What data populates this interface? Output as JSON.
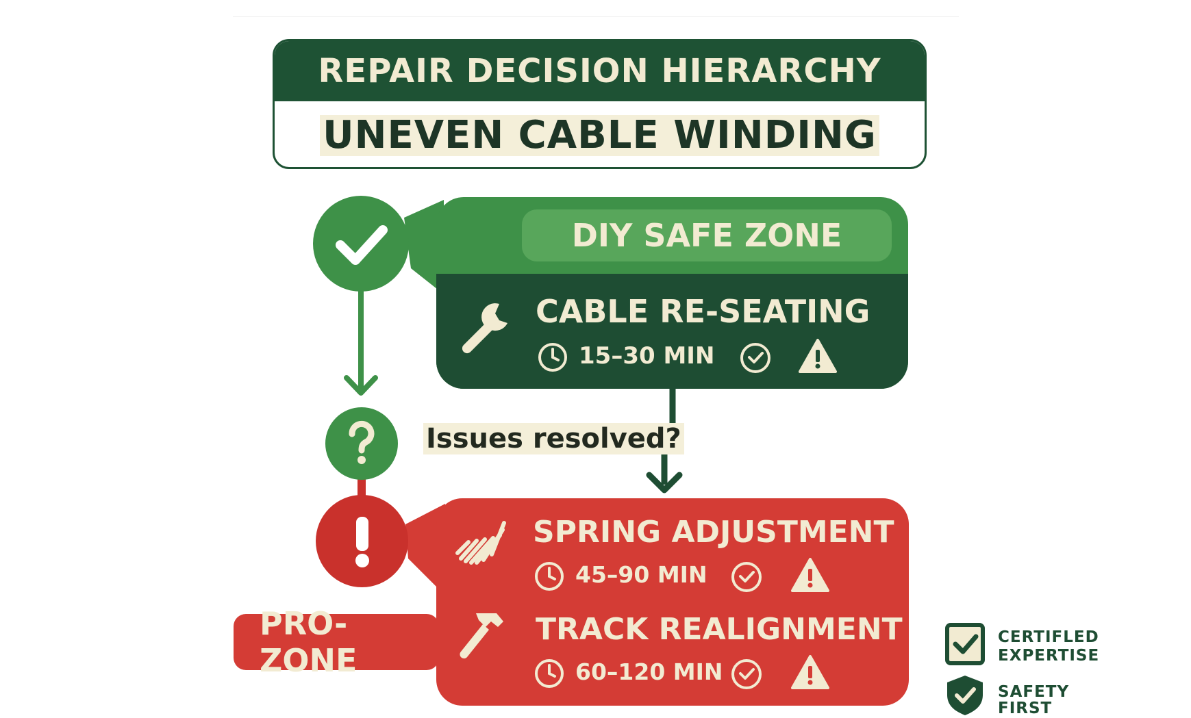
{
  "header": {
    "title": "REPAIR DECISION HIERARCHY",
    "subtitle": "UNEVEN CABLE WINDING"
  },
  "flow": {
    "decision_question": "Issues resolved?"
  },
  "diy_zone": {
    "label": "DIY SAFE ZONE",
    "color": "#3e9148",
    "tasks": [
      {
        "name": "CABLE RE-SEATING",
        "duration": "15–30 MIN",
        "icon": "wrench-icon"
      }
    ]
  },
  "pro_zone": {
    "label": "PRO-ZONE",
    "color": "#d43c35",
    "tasks": [
      {
        "name": "SPRING ADJUSTMENT",
        "duration": "45–90 MIN",
        "icon": "spring-icon"
      },
      {
        "name": "TRACK REALIGNMENT",
        "duration": "60–120 MIN",
        "icon": "hammer-icon"
      }
    ]
  },
  "badges": [
    {
      "line1": "CERTIFLED",
      "line2": "EXPERTISE",
      "icon": "checkbox-icon"
    },
    {
      "line1": "SAFETY",
      "line2": "FIRST",
      "icon": "shield-check-icon"
    }
  ],
  "colors": {
    "dark_green": "#1e4d33",
    "green": "#3e9148",
    "red": "#d43c35",
    "cream": "#f2ebd2"
  }
}
